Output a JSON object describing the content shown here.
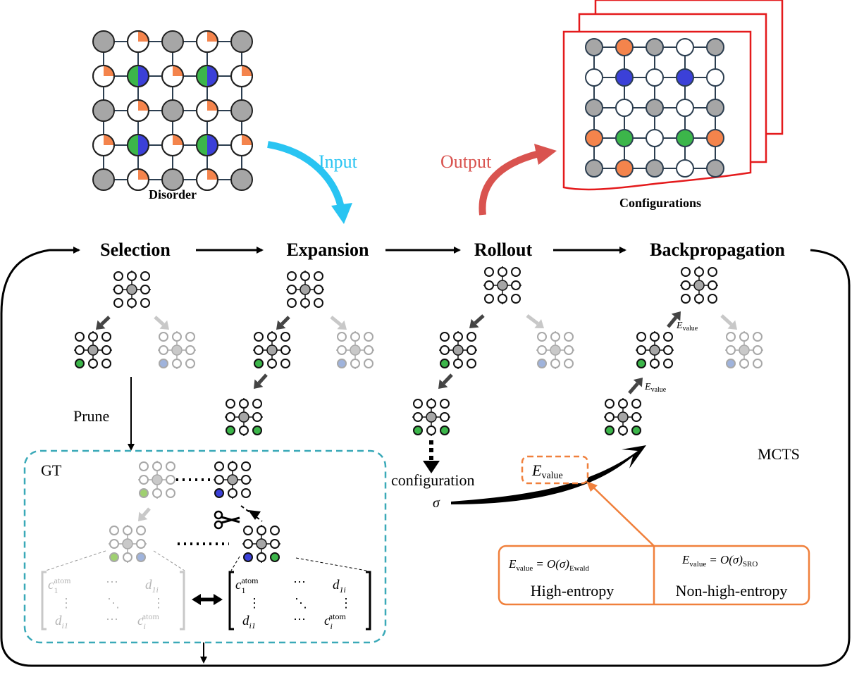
{
  "labels": {
    "disorder": "Disorder",
    "configurations": "Configurations",
    "input": "Input",
    "output": "Output",
    "mcts": "MCTS",
    "gt": "GT",
    "prune": "Prune",
    "configuration": "configuration",
    "sigma": "σ"
  },
  "steps": [
    "Selection",
    "Expansion",
    "Rollout",
    "Backpropagation"
  ],
  "energy": {
    "e_italic": "E",
    "value_sub": "value",
    "ewald_formula": "= O(σ)",
    "ewald_sub": "Ewald",
    "sro_formula": "= O(σ)",
    "sro_sub": "SRO",
    "high_entropy": "High-entropy",
    "non_high_entropy": "Non-high-entropy"
  },
  "matrix": {
    "c": "c",
    "atom": "atom",
    "d": "d",
    "sub_1": "1",
    "sub_i": "i",
    "sub_1i": "1i",
    "sub_i1": "i1",
    "hdots": "⋯",
    "vdots": "⋮",
    "ddots": "⋱"
  },
  "colors": {
    "gray_atom": "#a6a6a6",
    "orange": "#f4844c",
    "green": "#3cb64a",
    "blue": "#3b40d8",
    "lightblue": "#9fb3dc",
    "lightgreen": "#9fd070",
    "navy": "#2c3e50",
    "input_arrow": "#29c4f2",
    "output_arrow": "#d9534f",
    "gt_border": "#3aa9b8",
    "energy_box": "#f0803c",
    "config_frame": "#e41a1c"
  }
}
